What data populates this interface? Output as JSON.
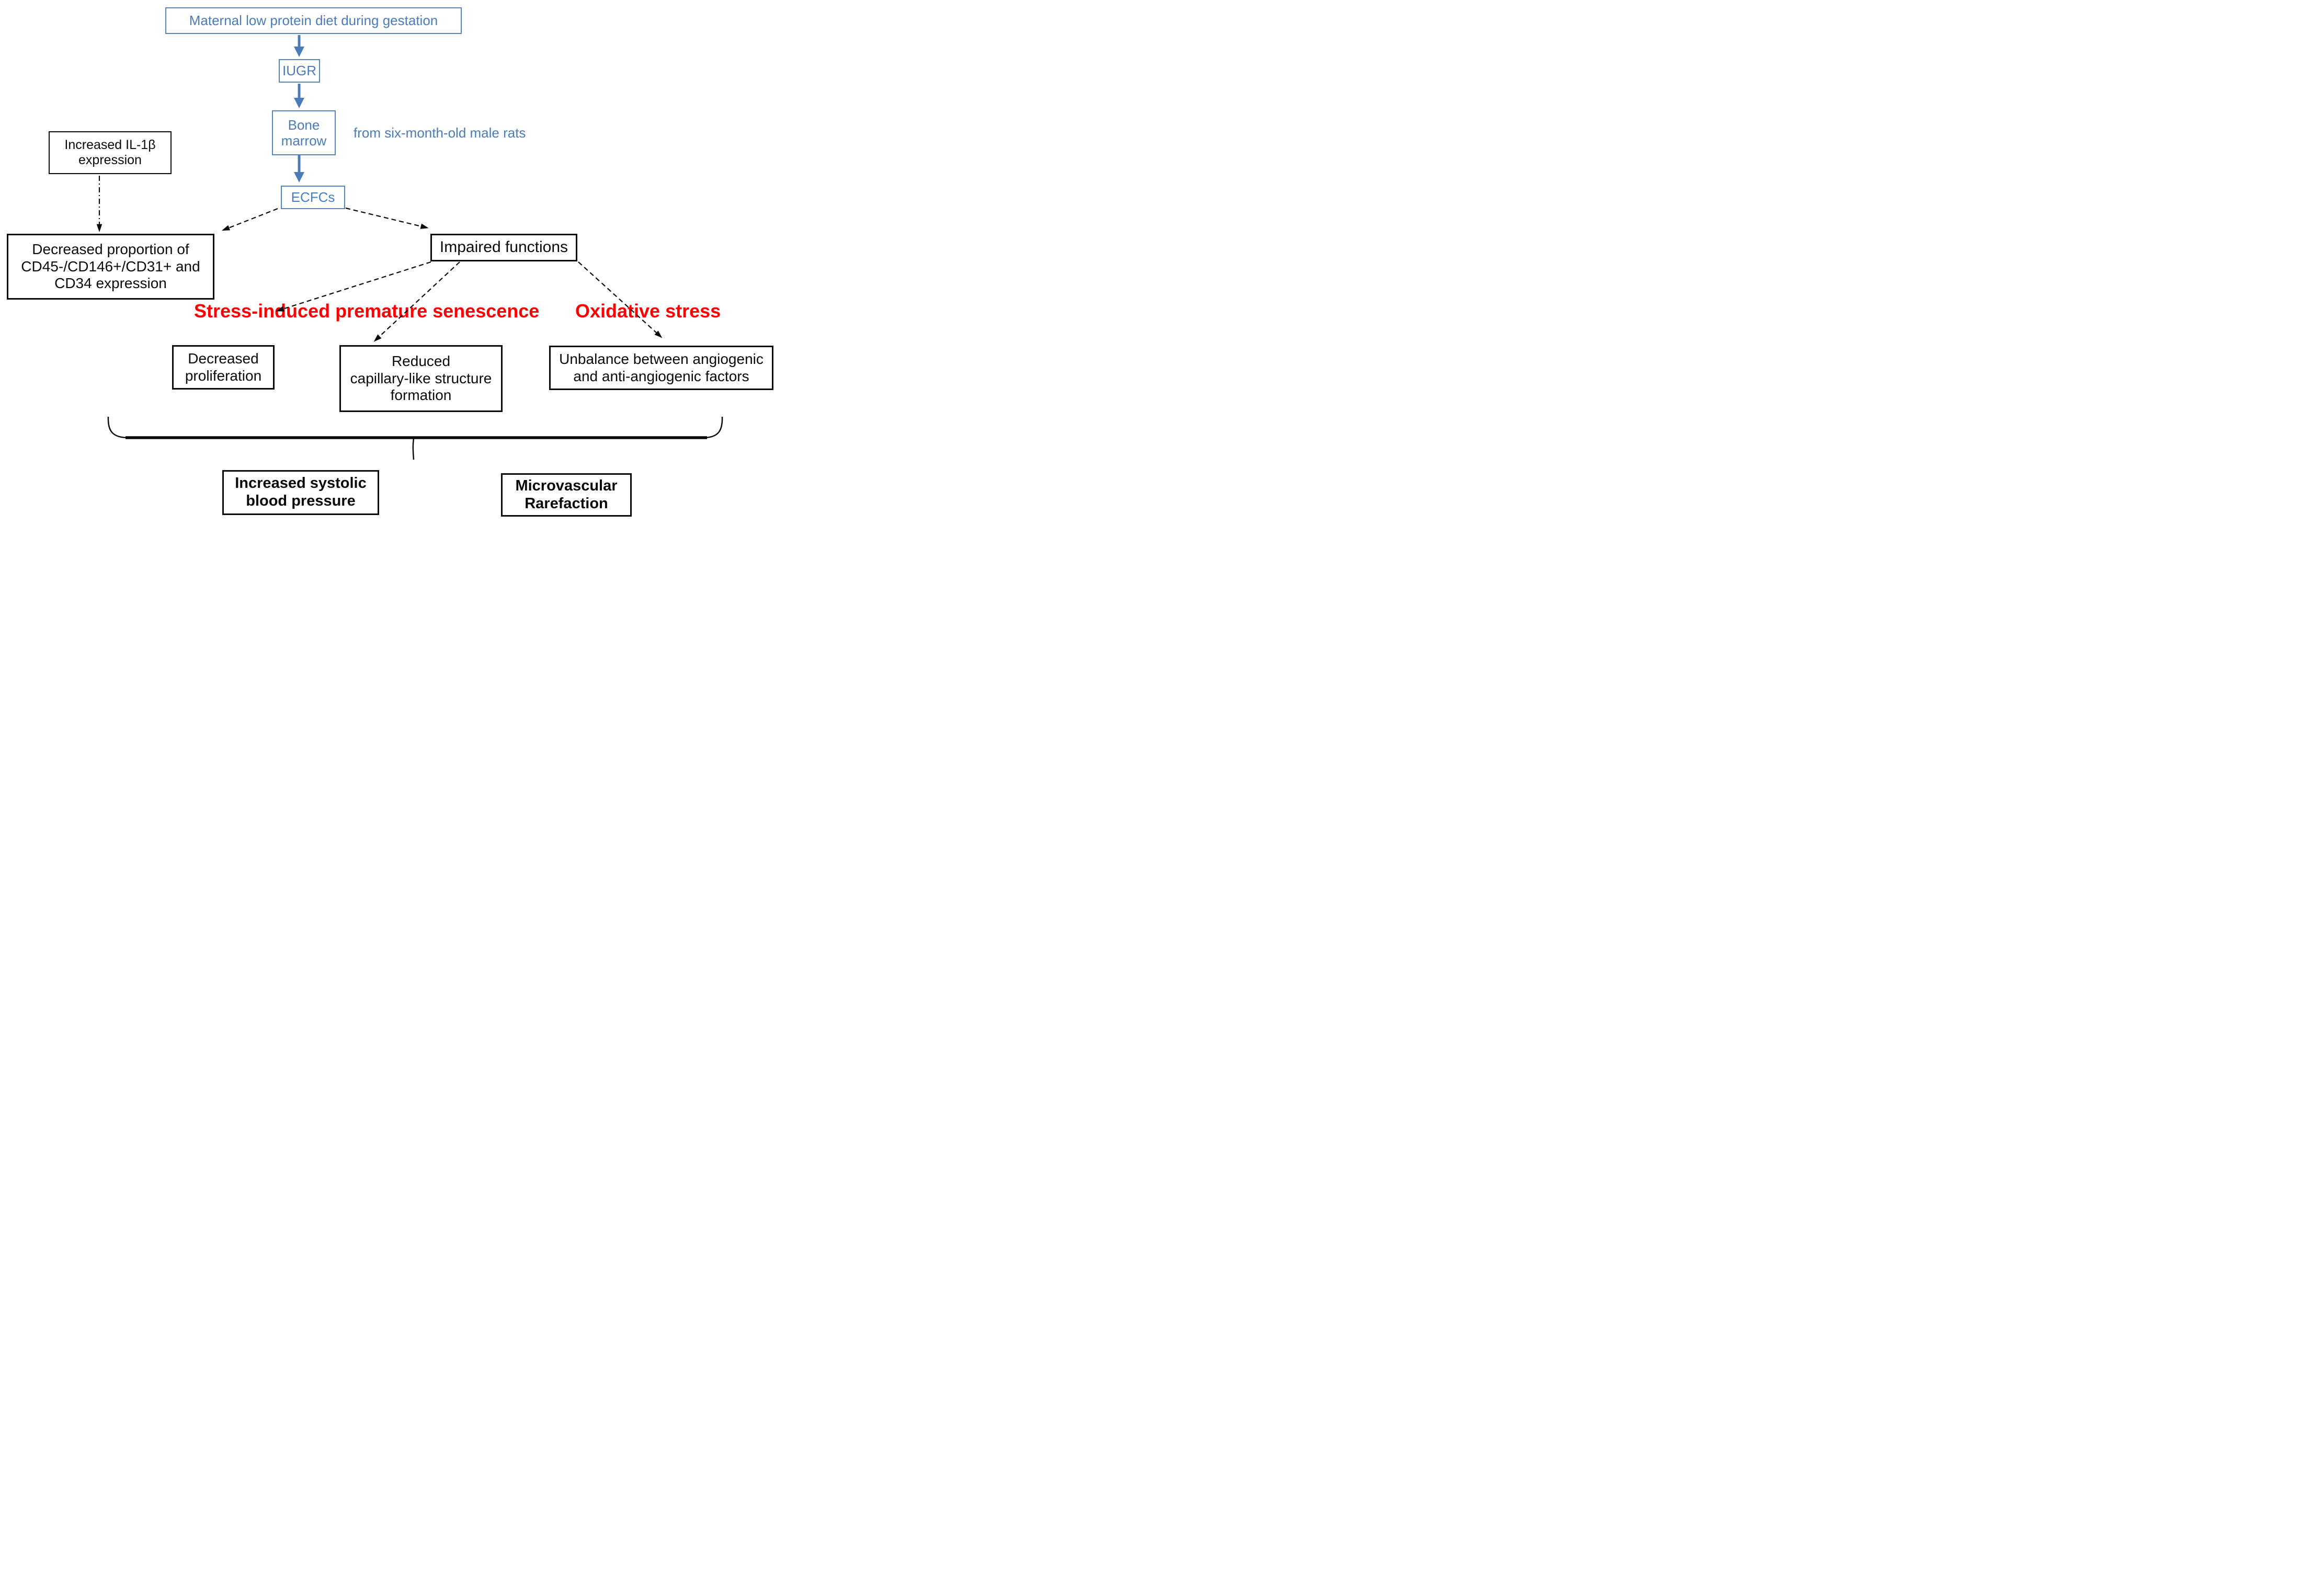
{
  "flow": {
    "top": "Maternal low protein diet during gestation",
    "iugr": "IUGR",
    "bone_marrow": "Bone\nmarrow",
    "note": "from six-month-old male rats",
    "ecfcs": "ECFCs"
  },
  "left": {
    "il1b": "Increased IL-1β\nexpression",
    "cd": "Decreased proportion of\nCD45-/CD146+/CD31+ and\nCD34 expression"
  },
  "impaired": "Impaired functions",
  "labels": {
    "senescence": "Stress-induced premature senescence",
    "oxidative": "Oxidative stress"
  },
  "outcomes": {
    "proliferation": "Decreased\nproliferation",
    "capillary": "Reduced\ncapillary-like structure\nformation",
    "unbalance": "Unbalance between angiogenic\nand anti-angiogenic factors"
  },
  "results": {
    "sbp": "Increased systolic\nblood pressure",
    "rarefaction": "Microvascular\nRarefaction"
  },
  "colors": {
    "blue": "#4a7cba",
    "red": "#fe0000",
    "black": "#0a0a0a"
  }
}
